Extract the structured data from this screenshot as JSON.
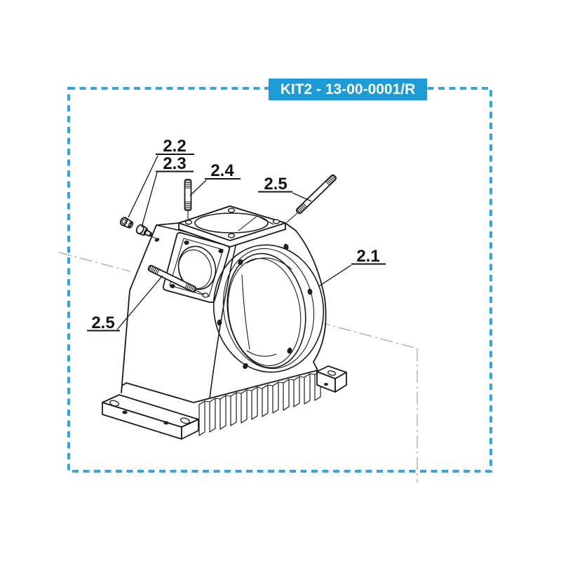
{
  "title_block": {
    "part_code": "KIT2 - 13-00-0001/R"
  },
  "callouts": {
    "c21": {
      "label": "2.1"
    },
    "c22": {
      "label": "2.2"
    },
    "c23": {
      "label": "2.3"
    },
    "c24": {
      "label": "2.4"
    },
    "c25_top": {
      "label": "2.5"
    },
    "c25_left": {
      "label": "2.5"
    }
  },
  "colors": {
    "title_box_blue": "#1E9BD7",
    "frame_blue": "#2EA7DF",
    "drawing_line": "#1A1A1A",
    "centerline_gray": "#A8A8A8"
  }
}
